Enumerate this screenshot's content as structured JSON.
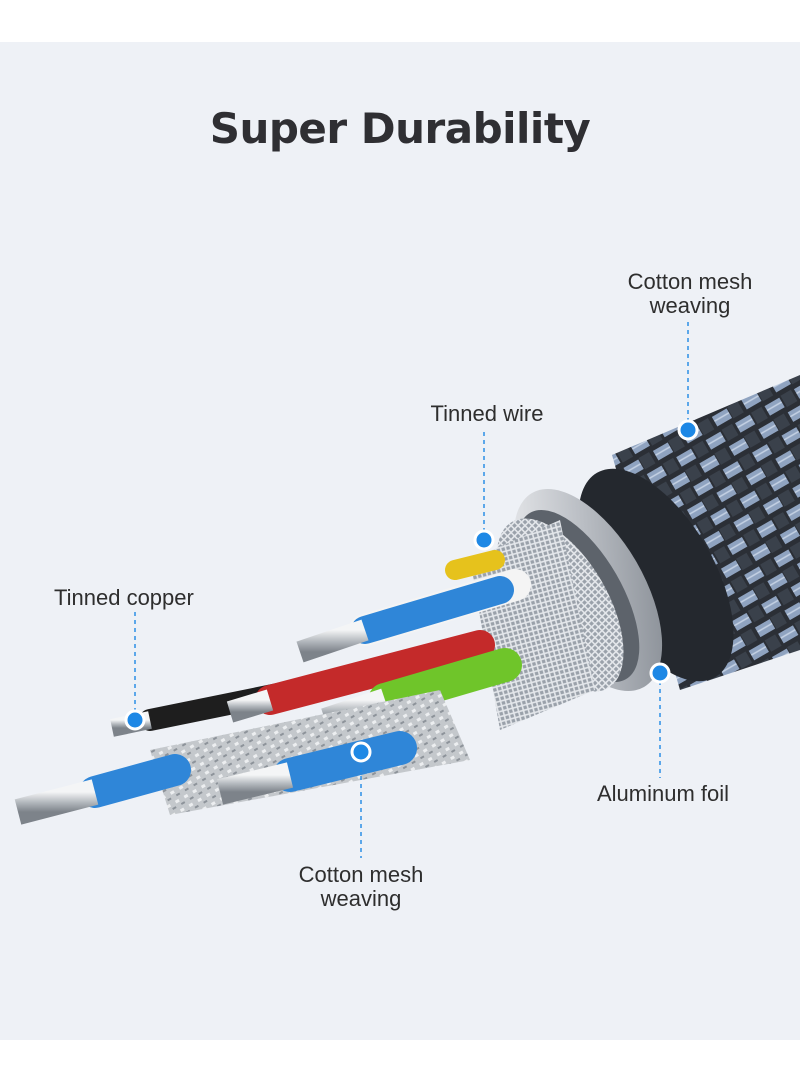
{
  "title": "Super Durability",
  "callouts": {
    "cotton_mesh_top": {
      "line1": "Cotton mesh",
      "line2": "weaving"
    },
    "tinned_wire": {
      "text": "Tinned wire"
    },
    "tinned_copper": {
      "text": "Tinned copper"
    },
    "aluminum_foil": {
      "text": "Aluminum foil"
    },
    "cotton_mesh_bottom": {
      "line1": "Cotton mesh",
      "line2": "weaving"
    }
  },
  "colors": {
    "accent": "#1e88e5",
    "title": "#2f2f33",
    "wire_blue": "#2f86d8",
    "wire_green": "#6fc52a",
    "wire_red": "#c42a2a",
    "wire_black": "#1e1e1e",
    "wire_yellow": "#e6c21c",
    "braid_dark": "#2b2f36",
    "braid_light": "#8fa3c0"
  }
}
